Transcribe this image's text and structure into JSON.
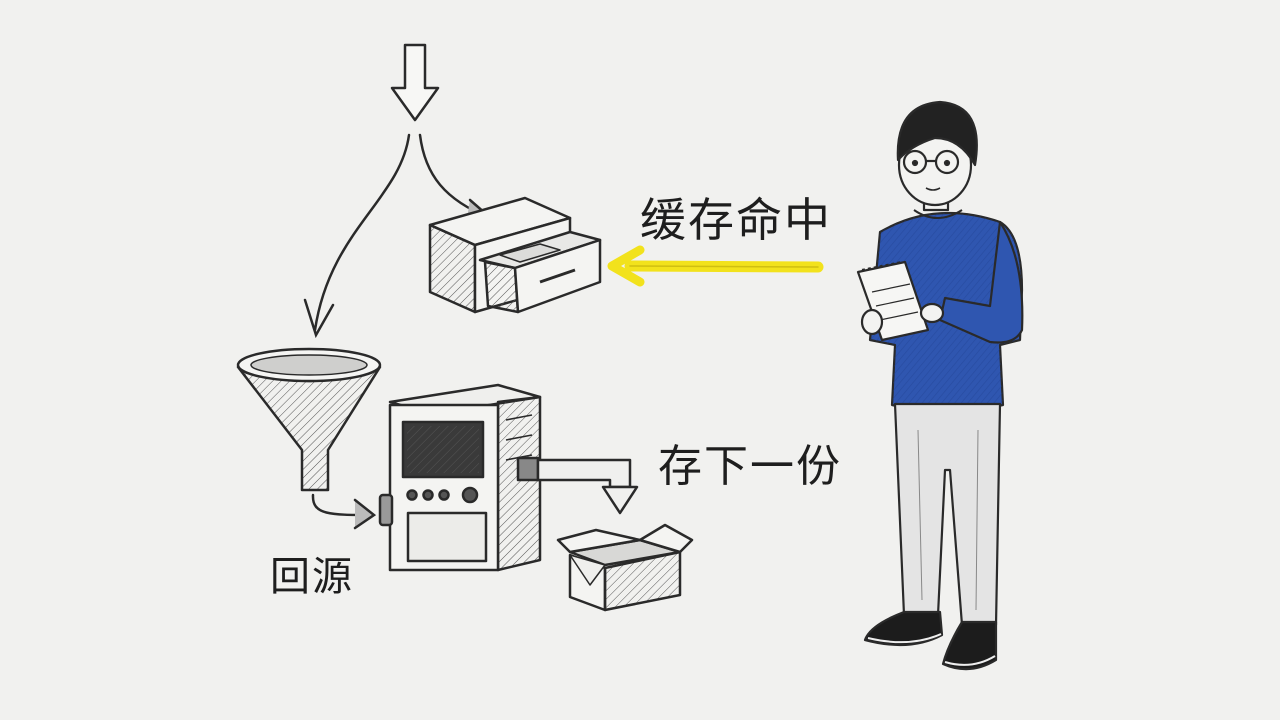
{
  "labels": {
    "cache_hit": "缓存命中",
    "save_copy": "存下一份",
    "origin_fetch": "回源"
  },
  "colors": {
    "background": "#f1f1ef",
    "ink": "#2a2a2a",
    "highlight_arrow": "#f2e21c",
    "sweater": "#2f56b0",
    "pants": "#e4e4e4"
  },
  "icons": [
    "incoming-request-arrow",
    "split-arrow",
    "cache-drawer-icon",
    "highlight-arrow",
    "funnel-icon",
    "origin-server-icon",
    "pipe-arrow",
    "storage-box-icon",
    "person-with-notepad"
  ]
}
